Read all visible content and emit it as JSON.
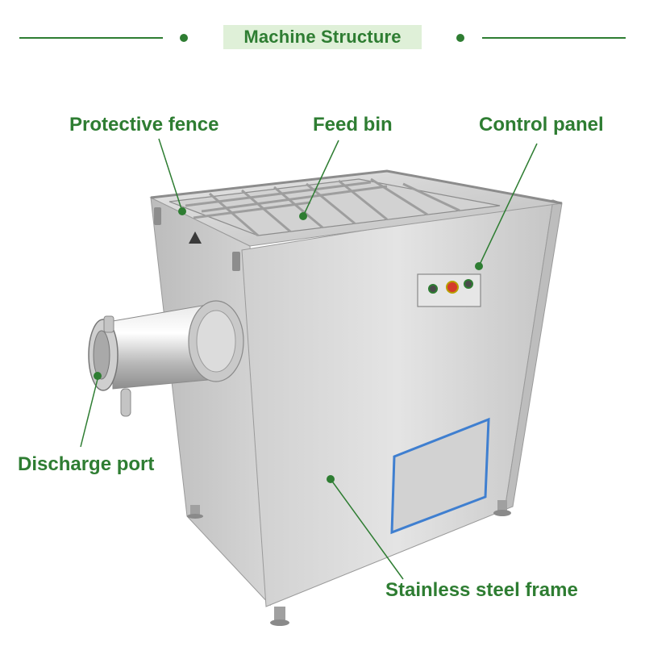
{
  "header": {
    "title": "Machine Structure"
  },
  "labels": {
    "protective_fence": "Protective fence",
    "feed_bin": "Feed bin",
    "control_panel": "Control panel",
    "discharge_port": "Discharge port",
    "stainless_frame": "Stainless steel frame"
  },
  "colors": {
    "accent": "#2e7d32",
    "title_bg": "#dff0d8",
    "steel_light": "#d9d9d9",
    "steel_dark": "#a8a8a8",
    "access_panel_edge": "#3f7fd0"
  }
}
